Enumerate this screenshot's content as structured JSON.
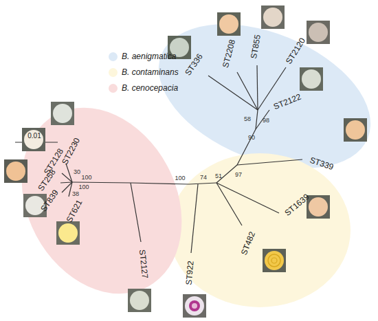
{
  "diagram": {
    "labels": [
      "0.01",
      "ST2208",
      "ST855",
      "ST2120",
      "ST336",
      "ST2122",
      "ST339",
      "ST1639",
      "ST482",
      "ST922",
      "ST2127",
      "ST2230",
      "ST2128",
      "ST258",
      "ST839",
      "ST621",
      "58",
      "98",
      "90",
      "97",
      "100",
      "74",
      "51",
      "100",
      "30",
      "38",
      "100"
    ],
    "legend": [
      {
        "text": "B. aenigmatica",
        "color": "#dce9f6"
      },
      {
        "text": "B. contaminans",
        "color": "#fdf6dc"
      },
      {
        "text": "B. cenocepacia",
        "color": "#f9dcdc"
      }
    ]
  }
}
